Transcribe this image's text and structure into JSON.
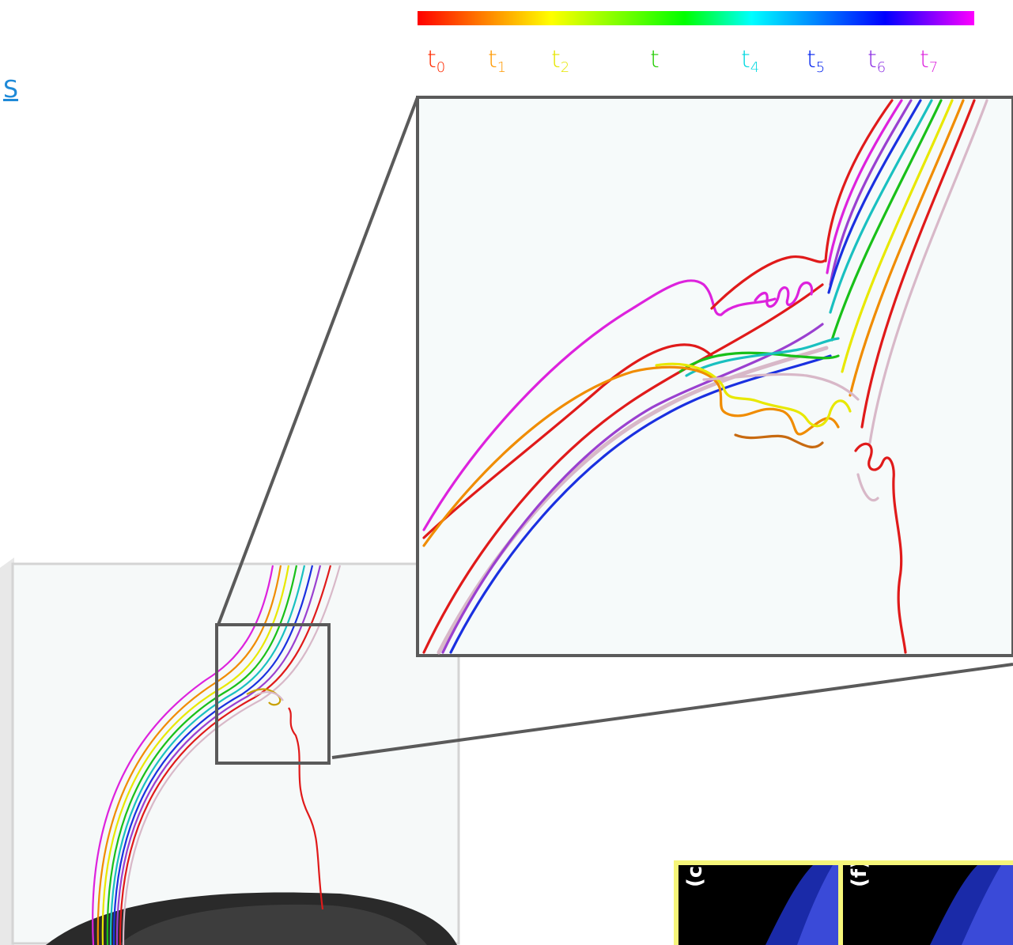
{
  "link": {
    "text": "S"
  },
  "colorbar": {
    "colors": [
      "#ff0000",
      "#ff8000",
      "#ffff00",
      "#80ff00",
      "#00ff00",
      "#00ffff",
      "#0080ff",
      "#0000ff",
      "#ff00ff"
    ]
  },
  "time_labels": [
    {
      "base": "t",
      "sub": "0",
      "color": "#ff2a00"
    },
    {
      "base": "t",
      "sub": "1",
      "color": "#ff9900"
    },
    {
      "base": "t",
      "sub": "2",
      "color": "#e6e600"
    },
    {
      "base": "t",
      "sub": "",
      "color": "#22cc00"
    },
    {
      "base": "t",
      "sub": "4",
      "color": "#00d8e0"
    },
    {
      "base": "t",
      "sub": "5",
      "color": "#0022ee"
    },
    {
      "base": "t",
      "sub": "6",
      "color": "#8a2be2"
    },
    {
      "base": "t",
      "sub": "7",
      "color": "#dd22dd"
    }
  ],
  "field_line_colors": [
    "#e01a1a",
    "#f08c00",
    "#e8e800",
    "#19c019",
    "#19c0c0",
    "#1a30e0",
    "#9a40d0",
    "#dd22dd",
    "#d8b8c8"
  ],
  "inset": {
    "left_label": "(c)",
    "right_label": "(f)"
  }
}
